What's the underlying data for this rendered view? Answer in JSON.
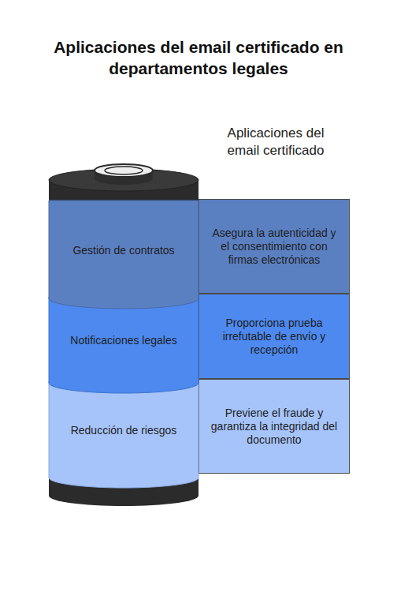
{
  "diagram": {
    "title": "Aplicaciones del email certificado en departamentos legales",
    "nodes": [
      {
        "text": [
          "Gestión de contratos"
        ]
      },
      {
        "text": [
          "Asegura la autenticidad y el consentimiento con firmas electrónicas"
        ]
      },
      {
        "text": [
          "Notificaciones legales"
        ]
      },
      {
        "text": [
          "Proporciona prueba irrefutable de envío y recepción"
        ]
      },
      {
        "text": [
          "Reducción de riesgos"
        ]
      },
      {
        "text": [
          "Previene el fraude y garantiza la integridad del documento"
        ]
      }
    ],
    "labels": [
      "Aplicaciones del email certificado"
    ]
  }
}
